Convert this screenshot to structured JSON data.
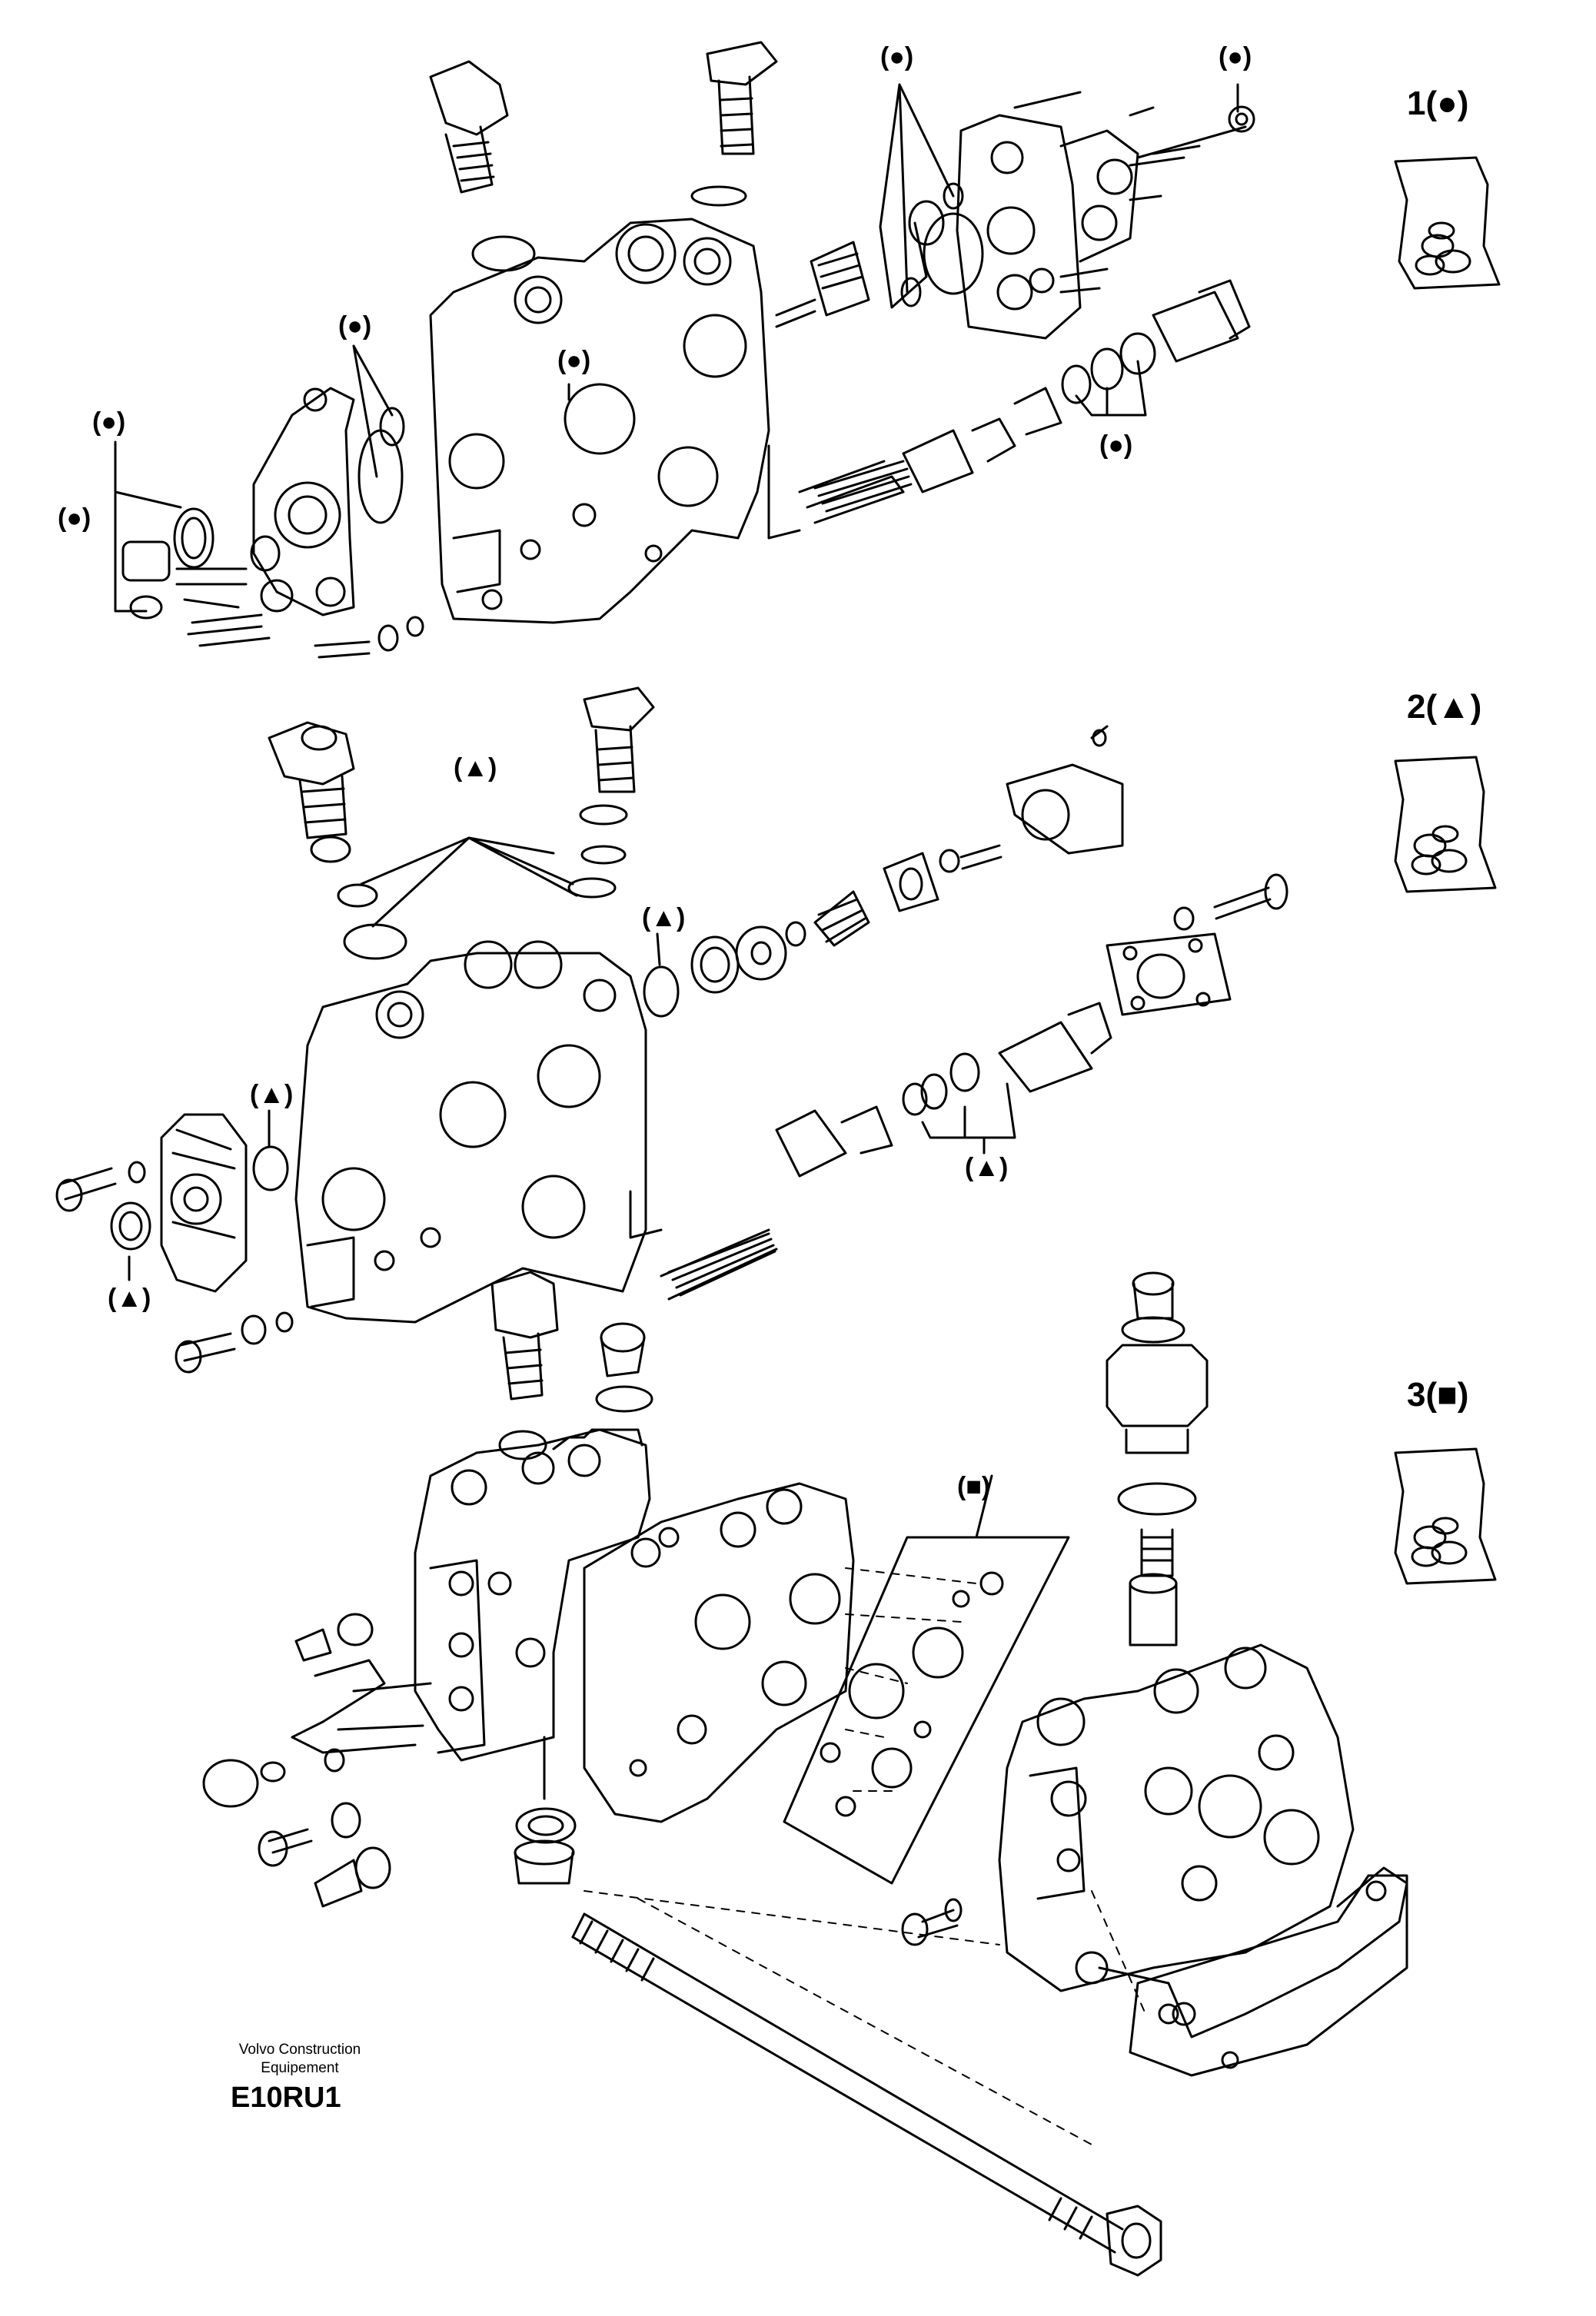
{
  "kits": [
    {
      "number": "1",
      "symbol": "(●)"
    },
    {
      "number": "2",
      "symbol": "(▲)"
    },
    {
      "number": "3",
      "symbol": "(■)"
    }
  ],
  "callouts": {
    "dot": "(●)",
    "triangle": "(▲)",
    "square": "(■)"
  },
  "footer": {
    "brand_line1": "Volvo Construction",
    "brand_line2": "Equipement",
    "code": "E10RU1"
  },
  "colors": {
    "line": "#000000",
    "background": "#ffffff"
  }
}
